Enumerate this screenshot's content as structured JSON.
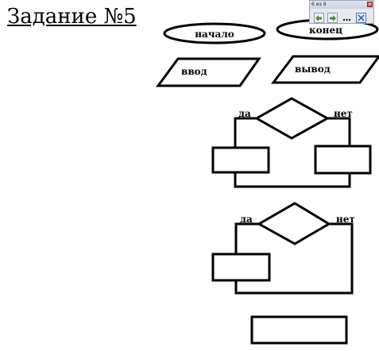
{
  "slide": {
    "title": "Задание №5"
  },
  "shapes": {
    "start": "начало",
    "end": "конец",
    "input": "ввод",
    "output": "вывод"
  },
  "branch_full": {
    "yes": "да",
    "no": "нет"
  },
  "branch_short": {
    "yes": "да",
    "no": "нет"
  },
  "toolbar": {
    "counter": "6 из 9"
  }
}
